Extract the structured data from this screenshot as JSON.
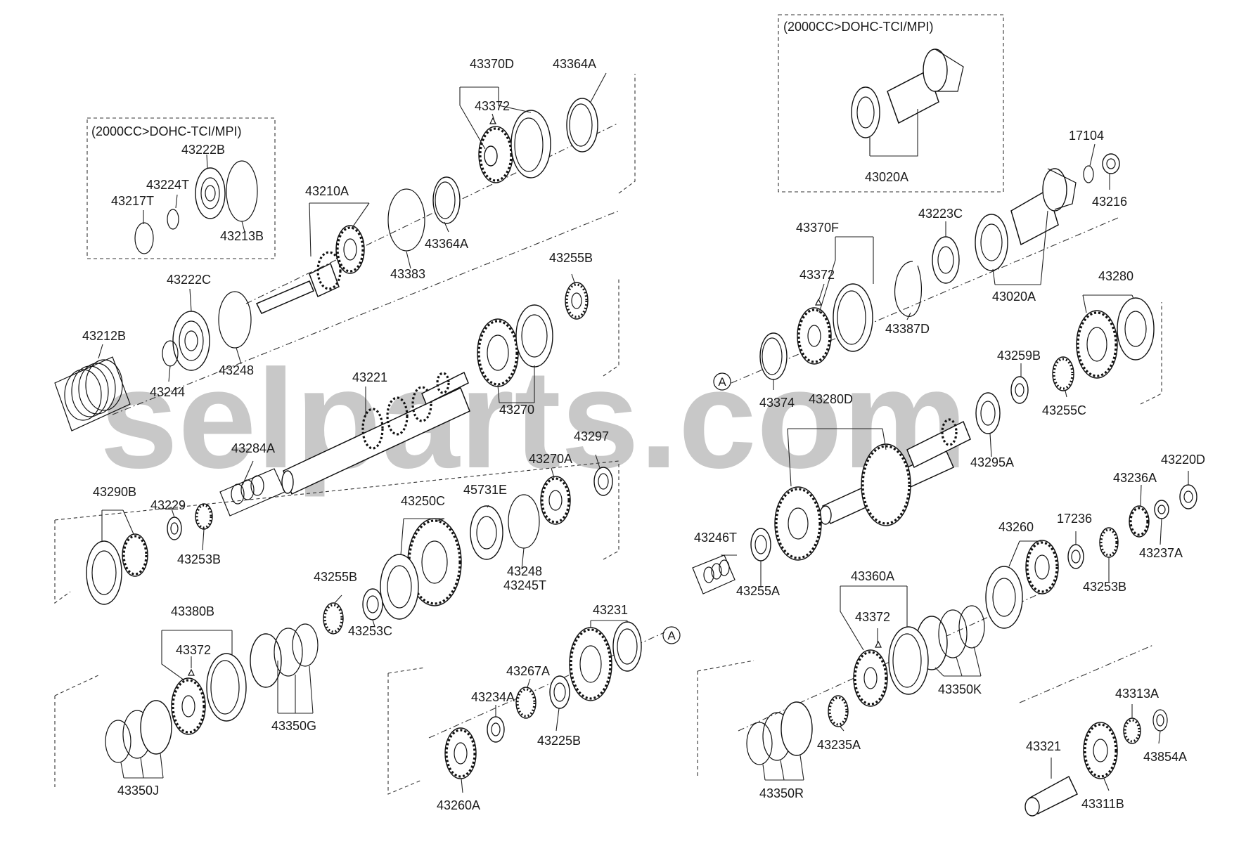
{
  "watermark": "selparts.com",
  "notes": {
    "left_box": "(2000CC>DOHC-TCI/MPI)",
    "right_box": "(2000CC>DOHC-TCI/MPI)"
  },
  "markers": {
    "a1": "A",
    "a2": "A"
  },
  "labels": {
    "p43370D": "43370D",
    "p43364A_top": "43364A",
    "p43372_a": "43372",
    "p43364A_mid": "43364A",
    "p43383": "43383",
    "p43210A": "43210A",
    "p43222B": "43222B",
    "p43224T": "43224T",
    "p43217T": "43217T",
    "p43213B": "43213B",
    "p43222C": "43222C",
    "p43212B": "43212B",
    "p43244": "43244",
    "p43248_a": "43248",
    "p43255B_a": "43255B",
    "p43221": "43221",
    "p43270": "43270",
    "p43284A": "43284A",
    "p43297": "43297",
    "p43270A": "43270A",
    "p45731E": "45731E",
    "p43250C": "43250C",
    "p43290B": "43290B",
    "p43229": "43229",
    "p43253B_a": "43253B",
    "p43248_b": "43248",
    "p43245T": "43245T",
    "p43255B_b": "43255B",
    "p43253C": "43253C",
    "p43380B": "43380B",
    "p43372_b": "43372",
    "p43350G": "43350G",
    "p43350J": "43350J",
    "p43231": "43231",
    "p43267A": "43267A",
    "p43234A": "43234A",
    "p43225B": "43225B",
    "p43260A": "43260A",
    "p43020A_top": "43020A",
    "p17104": "17104",
    "p43216": "43216",
    "p43370F": "43370F",
    "p43223C": "43223C",
    "p43372_c": "43372",
    "p43387D": "43387D",
    "p43020A_mid": "43020A",
    "p43280": "43280",
    "p43374": "43374",
    "p43259B": "43259B",
    "p43280D": "43280D",
    "p43255C": "43255C",
    "p43295A": "43295A",
    "p43220D": "43220D",
    "p43236A": "43236A",
    "p43246T": "43246T",
    "p43260": "43260",
    "p17236": "17236",
    "p43237A": "43237A",
    "p43255A": "43255A",
    "p43253B_b": "43253B",
    "p43360A": "43360A",
    "p43372_d": "43372",
    "p43350K": "43350K",
    "p43313A": "43313A",
    "p43235A": "43235A",
    "p43321": "43321",
    "p43854A": "43854A",
    "p43350R": "43350R",
    "p43311B": "43311B"
  }
}
